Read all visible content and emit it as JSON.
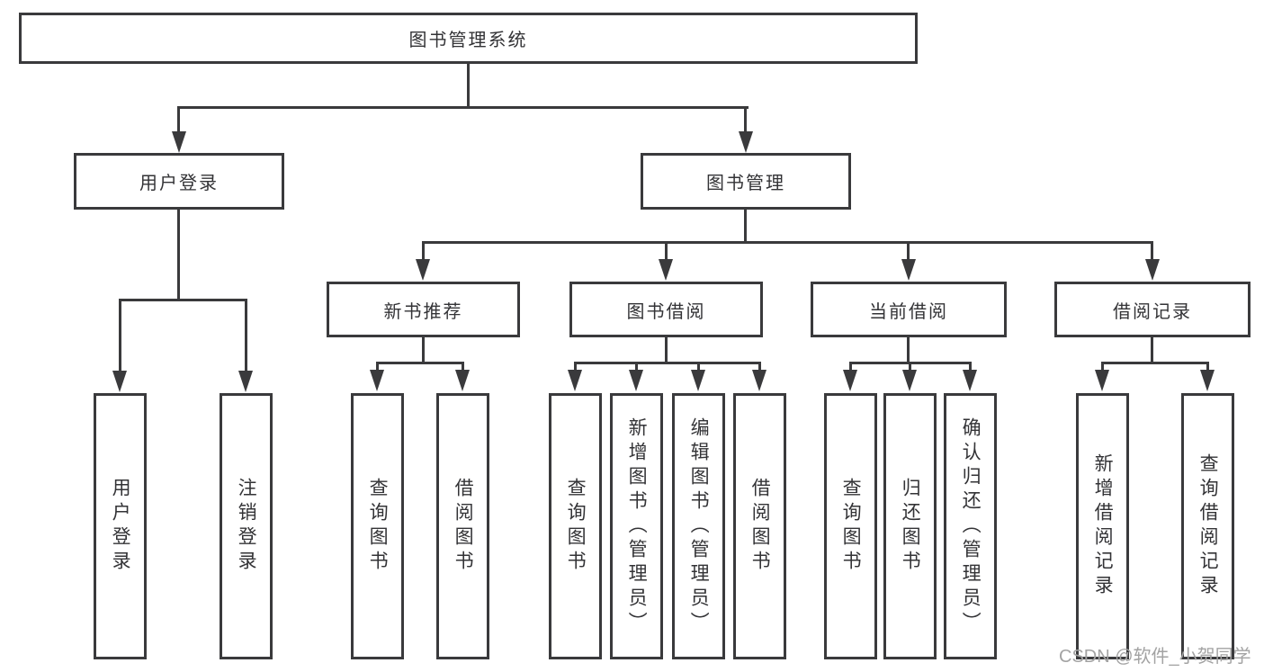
{
  "tree": {
    "root": "图书管理系统",
    "branches": [
      {
        "label": "用户登录",
        "children": [
          "用户登录",
          "注销登录"
        ]
      },
      {
        "label": "图书管理",
        "groups": [
          {
            "label": "新书推荐",
            "children": [
              "查询图书",
              "借阅图书"
            ]
          },
          {
            "label": "图书借阅",
            "children": [
              "查询图书",
              "新增图书（管理员）",
              "编辑图书（管理员）",
              "借阅图书"
            ]
          },
          {
            "label": "当前借阅",
            "children": [
              "查询图书",
              "归还图书",
              "确认归还（管理员）"
            ]
          },
          {
            "label": "借阅记录",
            "children": [
              "新增借阅记录",
              "查询借阅记录"
            ]
          }
        ]
      }
    ]
  },
  "watermark": "CSDN @软件_小贺同学",
  "colors": {
    "line": "#3a3a3c",
    "text": "#333336",
    "watermark": "#a3a3a3",
    "background": "#ffffff"
  }
}
